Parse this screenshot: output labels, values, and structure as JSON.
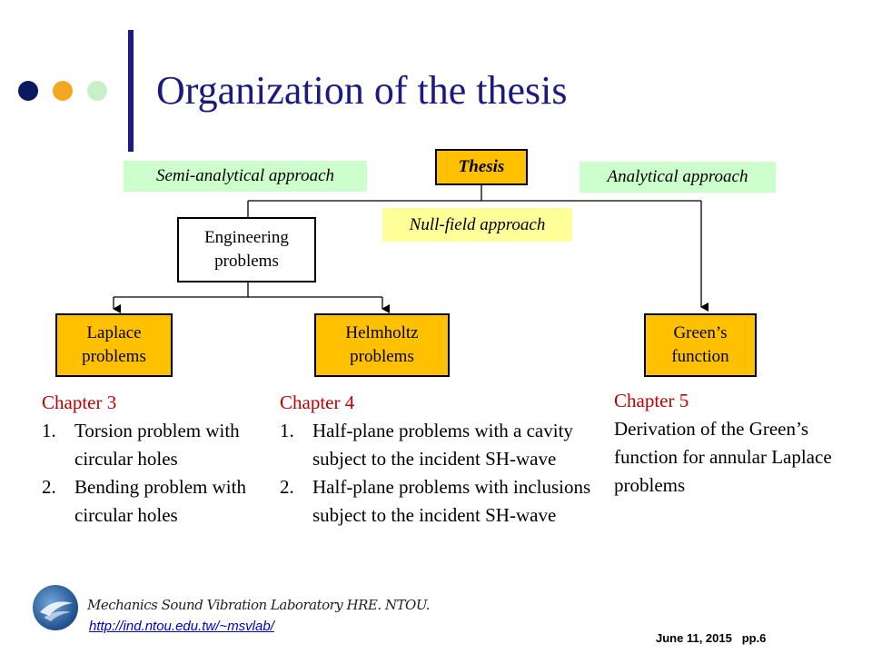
{
  "header": {
    "title": "Organization of the thesis"
  },
  "colors": {
    "dot1": "#0b1a5e",
    "dot2": "#f5a623",
    "dot3": "#c8f0c8",
    "accent_bar": "#1a1a8c",
    "box_gold": "#ffc000",
    "tag_green": "#ccffcc",
    "tag_yellow": "#ffff99"
  },
  "diagram": {
    "root": "Thesis",
    "tags": {
      "semi_analytical": "Semi-analytical approach",
      "analytical": "Analytical approach",
      "null_field": "Null-field approach"
    },
    "nodes": {
      "engineering": "Engineering problems",
      "laplace": "Laplace problems",
      "helmholtz": "Helmholtz problems",
      "greens": "Green’s function"
    }
  },
  "chapters": {
    "ch3": {
      "heading": "Chapter 3",
      "items": [
        {
          "num": "1.",
          "text": "Torsion problem with circular holes"
        },
        {
          "num": "2.",
          "text": "Bending problem with circular holes"
        }
      ]
    },
    "ch4": {
      "heading": "Chapter 4",
      "items": [
        {
          "num": "1.",
          "text": "Half-plane problems with a cavity subject to the incident SH-wave"
        },
        {
          "num": "2.",
          "text": "Half-plane problems with inclusions subject to the incident SH-wave"
        }
      ]
    },
    "ch5": {
      "heading": "Chapter 5",
      "text": "Derivation of the Green’s function for annular Laplace problems"
    }
  },
  "footer": {
    "lab": "Mechanics Sound Vibration Laboratory HRE. NTOU.",
    "url": "http://ind.ntou.edu.tw/~msvlab/",
    "date": "June 11, 2015",
    "page": "pp.6"
  }
}
